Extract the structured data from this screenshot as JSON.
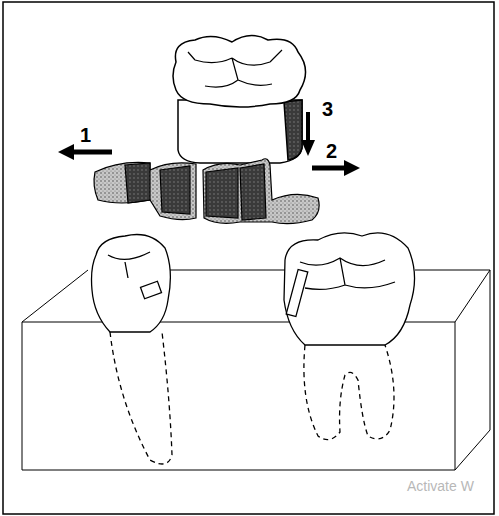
{
  "diagram": {
    "labels": [
      "1",
      "2",
      "3",
      "Activate W"
    ]
  }
}
